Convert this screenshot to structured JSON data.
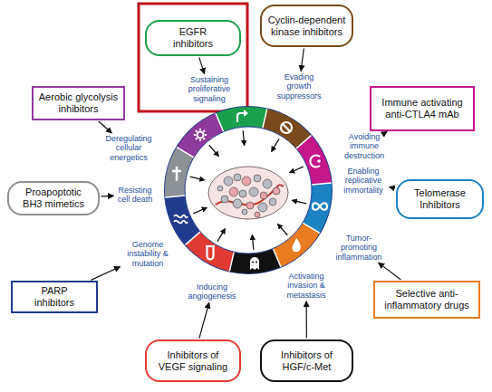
{
  "diagram": {
    "nodes": [
      {
        "text": [
          "EGFR inhibitors"
        ]
      },
      {
        "text": [
          "Cyclin-dependent kinase inhibitors"
        ]
      },
      {
        "text": [
          "Immune activating anti-CTLA4 mAb"
        ]
      },
      {
        "text": [
          "Telomerase Inhibitors"
        ]
      },
      {
        "text": [
          "Selective anti-inflammatory drugs"
        ]
      },
      {
        "text": [
          "Inhibitors of HGF/c-Met"
        ]
      },
      {
        "text": [
          "Inhibitors of VEGF signaling"
        ]
      },
      {
        "text": [
          "PARP inhibitors"
        ]
      },
      {
        "text": [
          "Proapoptotic BH3 mimetics"
        ]
      },
      {
        "text": [
          "Aerobic glycolysis inhibitors"
        ]
      },
      {
        "text": [
          "Sustaining proliferative signaling"
        ]
      },
      {
        "text": [
          "Evading growth suppressors"
        ]
      },
      {
        "text": [
          "Avoiding immune destruction"
        ]
      },
      {
        "text": [
          "Enabling replicative immortality"
        ]
      },
      {
        "text": [
          "Tumor-promoting inflammation"
        ]
      },
      {
        "text": [
          "Activating invasion & metastasis"
        ]
      },
      {
        "text": [
          "Inducing angiogenesis"
        ]
      },
      {
        "text": [
          "Genome instability & mutation"
        ]
      },
      {
        "text": [
          "Resisting cell death"
        ]
      },
      {
        "text": [
          "Deregulating cellular energetics"
        ]
      }
    ],
    "edges": [
      {
        "from": 0,
        "to": 10,
        "arrow": "to"
      },
      {
        "from": 1,
        "to": 11,
        "arrow": "to"
      },
      {
        "from": 2,
        "to": 12,
        "arrow": "to"
      },
      {
        "from": 3,
        "to": 13,
        "arrow": "to"
      },
      {
        "from": 4,
        "to": 14,
        "arrow": "to"
      },
      {
        "from": 5,
        "to": 15,
        "arrow": "to"
      },
      {
        "from": 6,
        "to": 16,
        "arrow": "to"
      },
      {
        "from": 7,
        "to": 17,
        "arrow": "to"
      },
      {
        "from": 8,
        "to": 18,
        "arrow": "to"
      },
      {
        "from": 9,
        "to": 19,
        "arrow": "to"
      }
    ]
  }
}
